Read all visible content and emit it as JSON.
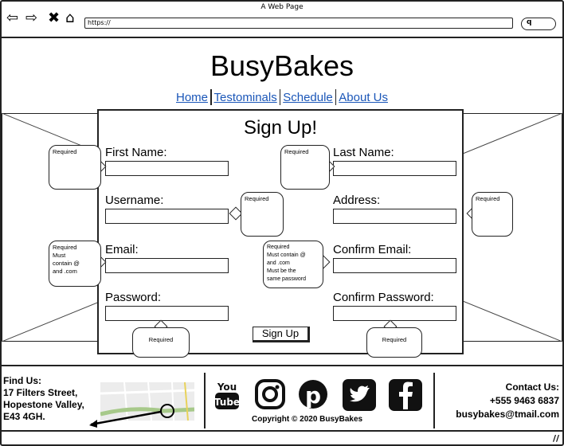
{
  "window": {
    "title": "A Web Page",
    "url": "https://"
  },
  "header": {
    "brand": "BusyBakes"
  },
  "nav": [
    {
      "label": "Home"
    },
    {
      "label": "Testominals"
    },
    {
      "label": "Schedule"
    },
    {
      "label": "About Us"
    }
  ],
  "form": {
    "title": "Sign Up!",
    "first_name": "First Name:",
    "last_name": "Last Name:",
    "username": "Username:",
    "address": "Address:",
    "email": "Email:",
    "confirm_email": "Confirm Email:",
    "password": "Password:",
    "confirm_password": "Confirm Password:",
    "submit": "Sign Up"
  },
  "callouts": {
    "required": "Required",
    "email_line1": "Required",
    "email_line2": "Must",
    "email_line3": "contain @",
    "email_line4": "and .com",
    "confirm_line1": "Required",
    "confirm_line2": "Must contain @",
    "confirm_line3": "and .com",
    "confirm_line4": "Must be the",
    "confirm_line5": "same password"
  },
  "footer": {
    "find_us_title": "Find Us:",
    "address_line1": "17 Filters Street,",
    "address_line2": "Hopestone Valley,",
    "address_line3": "E43 4GH.",
    "copyright": "Copyright © 2020 BusyBakes",
    "contact_title": "Contact Us:",
    "phone": "+555 9463 6837",
    "email": "busybakes@tmail.com"
  },
  "social": [
    {
      "name": "youtube-icon",
      "label": "You Tube"
    },
    {
      "name": "instagram-icon"
    },
    {
      "name": "pinterest-icon"
    },
    {
      "name": "twitter-icon"
    },
    {
      "name": "facebook-icon"
    }
  ]
}
